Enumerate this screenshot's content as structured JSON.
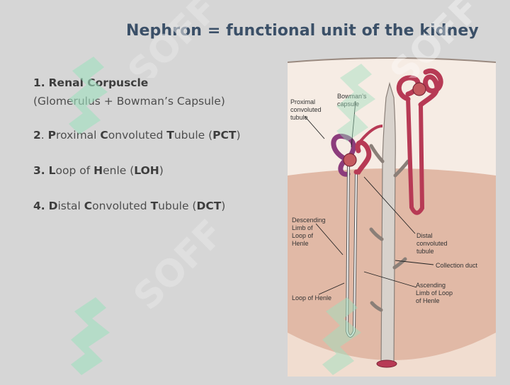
{
  "slide": {
    "title": "Nephron = functional unit of the kidney"
  },
  "points": [
    {
      "num": "1.",
      "segments": [
        [
          "b",
          "Renal Corpuscle"
        ]
      ]
    },
    {
      "num": "2",
      "segments": [
        [
          "t",
          "."
        ],
        [
          "t",
          " "
        ],
        [
          "b",
          "P"
        ],
        [
          "t",
          "roximal "
        ],
        [
          "b",
          "C"
        ],
        [
          "t",
          "onvoluted "
        ],
        [
          "b",
          "T"
        ],
        [
          "t",
          "ubule  ("
        ],
        [
          "b",
          "PCT"
        ],
        [
          "t",
          ")"
        ]
      ]
    },
    {
      "num": "3.",
      "segments": [
        [
          "t",
          " "
        ],
        [
          "b",
          "L"
        ],
        [
          "t",
          "oop of "
        ],
        [
          "b",
          "H"
        ],
        [
          "t",
          "enle ("
        ],
        [
          "b",
          "LOH"
        ],
        [
          "t",
          ")"
        ]
      ]
    },
    {
      "num": "4.",
      "segments": [
        [
          "t",
          " "
        ],
        [
          "b",
          "D"
        ],
        [
          "t",
          "istal "
        ],
        [
          "b",
          "C"
        ],
        [
          "t",
          "onvoluted "
        ],
        [
          "b",
          "T"
        ],
        [
          "t",
          "ubule ("
        ],
        [
          "b",
          "DCT"
        ],
        [
          "t",
          ")"
        ]
      ]
    }
  ],
  "point1_sub": "(Glomerulus + Bowman’s  Capsule)",
  "figure": {
    "labels": {
      "proximal": [
        "Proximal",
        "convoluted",
        "tubule"
      ],
      "bowman": [
        "Bowman’s",
        "capsule"
      ],
      "descending": [
        "Descending",
        "Limb of",
        "Loop of",
        "Henle"
      ],
      "distal": [
        "Distal",
        "convoluted",
        "tubule"
      ],
      "collection": [
        "Collection duct"
      ],
      "ascending": [
        "Ascending",
        "Limb of Loop",
        "of Henle"
      ],
      "loop": [
        "Loop of Henle"
      ]
    },
    "colors": {
      "cortex": "#f6ece4",
      "medulla": "#e1b9a6",
      "tubule": "#b73a55",
      "proximal": "#8c3c7c",
      "duct": "#d8d2cc"
    }
  },
  "watermark": {
    "text": "SOFF",
    "color": "#9fe0be"
  }
}
